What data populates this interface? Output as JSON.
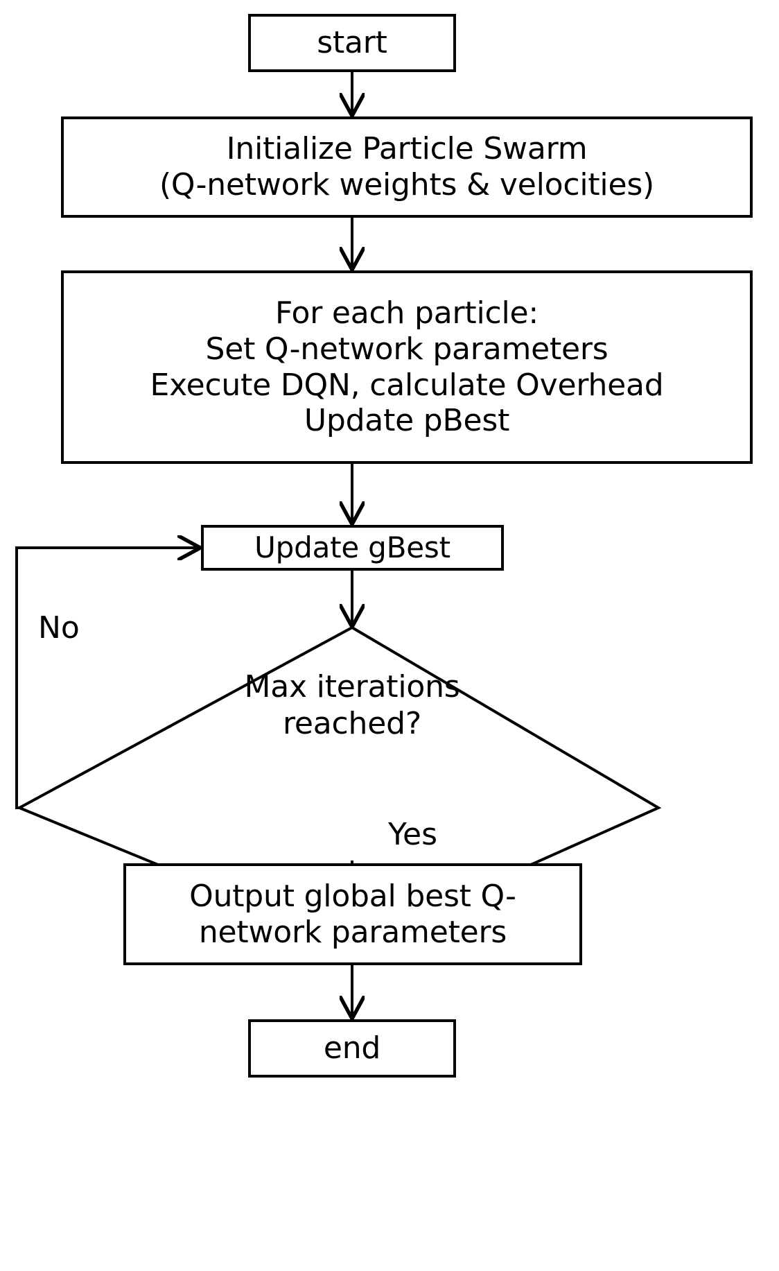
{
  "diagram": {
    "title": "PSO-optimized DQN training flowchart",
    "type": "flowchart",
    "colors": {
      "stroke": "#000000",
      "fill": "#ffffff",
      "text": "#000000"
    },
    "nodes": {
      "start": {
        "label": "start",
        "shape": "rectangle"
      },
      "initialize": {
        "label": "Initialize Particle Swarm\n(Q-network weights & velocities)",
        "shape": "rectangle"
      },
      "loop": {
        "label": "For each particle:\nSet Q-network parameters\nExecute DQN, calculate Overhead\nUpdate pBest",
        "shape": "rectangle"
      },
      "update_gbest": {
        "label": "Update gBest",
        "shape": "rectangle"
      },
      "decision": {
        "label": "Max iterations\nreached?",
        "shape": "diamond"
      },
      "output": {
        "label": "Output global best Q-\nnetwork parameters",
        "shape": "rectangle"
      },
      "end": {
        "label": "end",
        "shape": "rectangle"
      }
    },
    "edge_labels": {
      "no": "No",
      "yes": "Yes"
    },
    "edges": [
      {
        "from": "start",
        "to": "initialize",
        "label": ""
      },
      {
        "from": "initialize",
        "to": "loop",
        "label": ""
      },
      {
        "from": "loop",
        "to": "update_gbest",
        "label": ""
      },
      {
        "from": "update_gbest",
        "to": "decision",
        "label": ""
      },
      {
        "from": "decision",
        "to": "update_gbest",
        "label": "No"
      },
      {
        "from": "decision",
        "to": "output",
        "label": "Yes"
      },
      {
        "from": "output",
        "to": "end",
        "label": ""
      }
    ]
  }
}
